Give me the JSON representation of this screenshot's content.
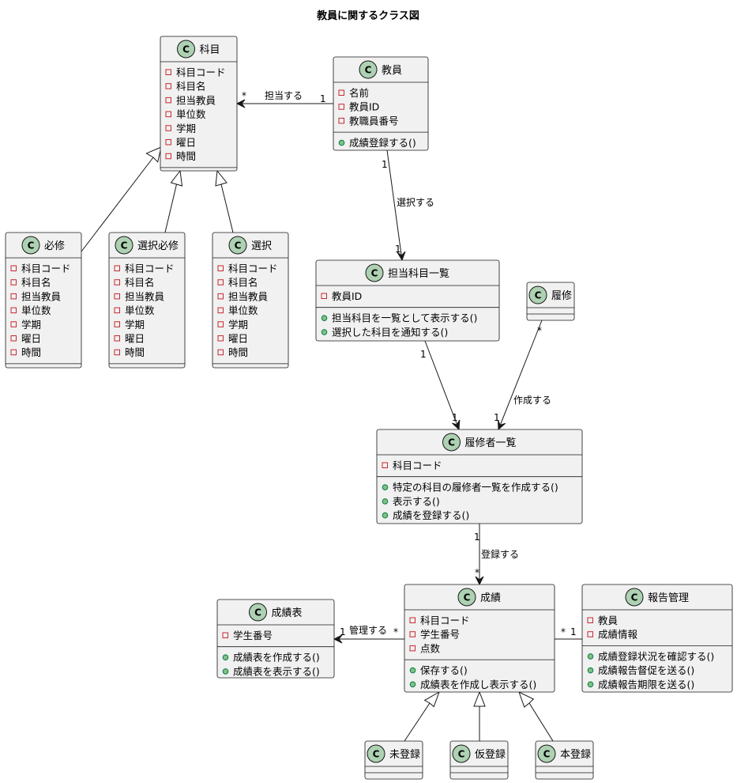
{
  "diagram": {
    "title": "教員に関するクラス図",
    "classes": {
      "kamoku": {
        "name": "科目",
        "attributes": [
          "科目コード",
          "科目名",
          "担当教員",
          "単位数",
          "学期",
          "曜日",
          "時間"
        ],
        "methods": []
      },
      "kyouin": {
        "name": "教員",
        "attributes": [
          "名前",
          "教員ID",
          "教職員番号"
        ],
        "methods": [
          "成績登録する()"
        ]
      },
      "hisshu": {
        "name": "必修",
        "attributes": [
          "科目コード",
          "科目名",
          "担当教員",
          "単位数",
          "学期",
          "曜日",
          "時間"
        ],
        "methods": []
      },
      "sentakuhisshu": {
        "name": "選択必修",
        "attributes": [
          "科目コード",
          "科目名",
          "担当教員",
          "単位数",
          "学期",
          "曜日",
          "時間"
        ],
        "methods": []
      },
      "sentaku": {
        "name": "選択",
        "attributes": [
          "科目コード",
          "科目名",
          "担当教員",
          "単位数",
          "学期",
          "曜日",
          "時間"
        ],
        "methods": []
      },
      "tantou": {
        "name": "担当科目一覧",
        "attributes": [
          "教員ID"
        ],
        "methods": [
          "担当科目を一覧として表示する()",
          "選択した科目を通知する()"
        ]
      },
      "rishu": {
        "name": "履修",
        "attributes": [],
        "methods": []
      },
      "rishusha": {
        "name": "履修者一覧",
        "attributes": [
          "科目コード"
        ],
        "methods": [
          "特定の科目の履修者一覧を作成する()",
          "表示する()",
          "成績を登録する()"
        ]
      },
      "seisekihyou": {
        "name": "成績表",
        "attributes": [
          "学生番号"
        ],
        "methods": [
          "成績表を作成する()",
          "成績表を表示する()"
        ]
      },
      "seiseki": {
        "name": "成績",
        "attributes": [
          "科目コード",
          "学生番号",
          "点数"
        ],
        "methods": [
          "保存する()",
          "成績表を作成し表示する()"
        ]
      },
      "houkoku": {
        "name": "報告管理",
        "attributes": [
          "教員",
          "成績情報"
        ],
        "methods": [
          "成績登録状況を確認する()",
          "成績報告督促を送る()",
          "成績報告期限を送る()"
        ]
      },
      "mitouroku": {
        "name": "未登録",
        "attributes": [],
        "methods": []
      },
      "karitouroku": {
        "name": "仮登録",
        "attributes": [],
        "methods": []
      },
      "hontouroku": {
        "name": "本登録",
        "attributes": [],
        "methods": []
      }
    },
    "relations": {
      "tantou_suru": {
        "label": "担当する",
        "from_mult": "1",
        "to_mult": "*"
      },
      "sentaku_suru": {
        "label": "選択する",
        "from_mult": "1",
        "to_mult": "1"
      },
      "list_to_rishusha": {
        "from_mult": "1",
        "to_mult": "1"
      },
      "sakusei_suru": {
        "label": "作成する",
        "from_mult": "*",
        "to_mult": "1"
      },
      "touroku_suru": {
        "label": "登録する",
        "from_mult": "1",
        "to_mult": "*"
      },
      "kanri_suru": {
        "label": "管理する",
        "from_mult": "*",
        "to_mult": "1"
      },
      "houkoku_link": {
        "from_mult": "*",
        "to_mult": "1"
      }
    },
    "class_letter": "C"
  }
}
